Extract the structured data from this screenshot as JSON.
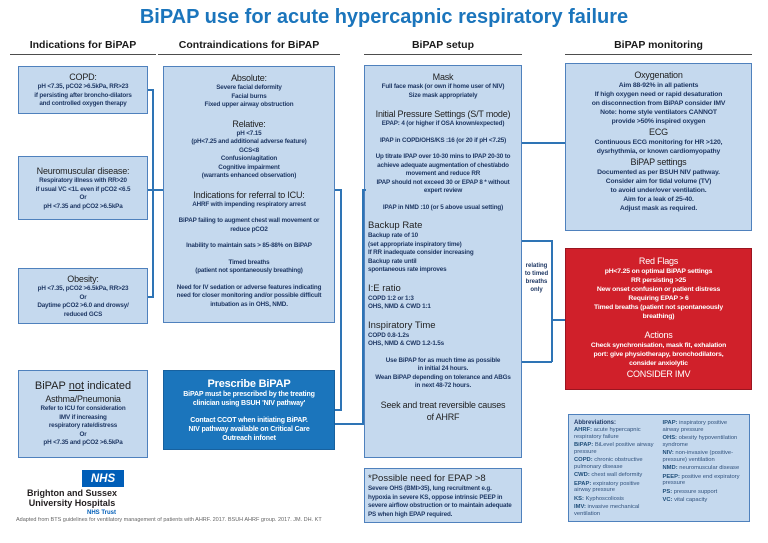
{
  "title": "BiPAP use for acute hypercapnic respiratory failure",
  "headers": {
    "indications": "Indications for BiPAP",
    "contraindications": "Contraindications for BiPAP",
    "setup": "BiPAP setup",
    "monitoring": "BiPAP monitoring"
  },
  "indications": {
    "copd": [
      {
        "k": "t",
        "x": "COPD:"
      },
      {
        "k": "l",
        "x": "pH <7.35, pCO2 >6.5kPa, RR>23"
      },
      {
        "k": "l",
        "x": "if persisting after broncho-dilators"
      },
      {
        "k": "l",
        "x": "and controlled oxygen therapy"
      }
    ],
    "neuromuscular": [
      {
        "k": "t",
        "x": "Neuromuscular disease:"
      },
      {
        "k": "l",
        "x": "Respiratory illness with RR>20"
      },
      {
        "k": "l",
        "x": "if usual VC <1L even if pCO2 <6.5"
      },
      {
        "k": "l",
        "x": "Or"
      },
      {
        "k": "l",
        "x": "pH <7.35 and pCO2 >6.5kPa"
      }
    ],
    "obesity": [
      {
        "k": "t",
        "x": "Obesity:"
      },
      {
        "k": "l",
        "x": "pH <7.35, pCO2 >6.5kPa, RR>23"
      },
      {
        "k": "l",
        "x": "Or"
      },
      {
        "k": "l",
        "x": "Daytime pCO2 >6.0 and drowsy/"
      },
      {
        "k": "l",
        "x": "reduced GCS"
      }
    ],
    "not_indicated": {
      "t_pre": "BiPAP ",
      "t_underline": "not",
      "t_post": " indicated",
      "segments": [
        {
          "k": "t",
          "x": "Asthma/Pneumonia"
        },
        {
          "k": "l",
          "x": "Refer to ICU for consideration"
        },
        {
          "k": "l",
          "x": "IMV if increasing"
        },
        {
          "k": "l",
          "x": "respiratory rate/distress"
        },
        {
          "k": "l",
          "x": "Or"
        },
        {
          "k": "l",
          "x": "pH <7.35 and pCO2 >6.5kPa"
        }
      ]
    }
  },
  "contraindications": {
    "segments": [
      {
        "k": "t",
        "x": "Absolute:"
      },
      {
        "k": "l",
        "x": "Severe facial deformity"
      },
      {
        "k": "l",
        "x": "Facial burns"
      },
      {
        "k": "l",
        "x": "Fixed upper airway obstruction"
      },
      {
        "k": "g"
      },
      {
        "k": "t",
        "x": "Relative:"
      },
      {
        "k": "l",
        "x": "pH <7.15"
      },
      {
        "k": "l",
        "x": "(pH<7.25 and additional adverse feature)"
      },
      {
        "k": "l",
        "x": "GCS<8"
      },
      {
        "k": "l",
        "x": "Confusion/agitation"
      },
      {
        "k": "l",
        "x": "Cognitive impairment"
      },
      {
        "k": "l",
        "x": "(warrants enhanced observation)"
      },
      {
        "k": "g"
      },
      {
        "k": "t",
        "x": "Indications for referral to ICU:"
      },
      {
        "k": "l",
        "x": "AHRF with impending respiratory arrest"
      },
      {
        "k": "g"
      },
      {
        "k": "l",
        "x": "BiPAP failing to augment chest wall movement or"
      },
      {
        "k": "l",
        "x": "reduce pCO2"
      },
      {
        "k": "g"
      },
      {
        "k": "l",
        "x": "Inability to maintain sats > 85-88% on BiPAP"
      },
      {
        "k": "g"
      },
      {
        "k": "l",
        "x": "Timed breaths"
      },
      {
        "k": "l",
        "x": "(patient not spontaneously breathing)"
      },
      {
        "k": "g"
      },
      {
        "k": "l",
        "x": "Need for IV sedation or adverse features indicating"
      },
      {
        "k": "l",
        "x": "need for closer monitoring and/or possible difficult"
      },
      {
        "k": "l",
        "x": "intubation as in OHS, NMD."
      }
    ]
  },
  "prescribe": {
    "segments": [
      {
        "k": "t",
        "x": "Prescribe BiPAP"
      },
      {
        "k": "l",
        "x": "BiPAP must be prescribed by the treating"
      },
      {
        "k": "l",
        "x": "clinician using BSUH 'NIV pathway'"
      },
      {
        "k": "g"
      },
      {
        "k": "l",
        "x": "Contact CCOT when initiating BiPAP."
      },
      {
        "k": "l",
        "x": "NIV pathway available on Critical Care"
      },
      {
        "k": "l",
        "x": "Outreach infonet"
      }
    ]
  },
  "setup": {
    "segments": [
      {
        "k": "t",
        "x": "Mask"
      },
      {
        "k": "l",
        "x": "Full face mask (or own if home user of NIV)"
      },
      {
        "k": "l",
        "x": "Size mask appropriately"
      },
      {
        "k": "g"
      },
      {
        "k": "t",
        "x": "Initial Pressure Settings (S/T mode)"
      },
      {
        "k": "l",
        "x": "EPAP: 4 (or higher if OSA known/expected)"
      },
      {
        "k": "g"
      },
      {
        "k": "l",
        "x": "IPAP in COPD/OHS/KS :16 (or 20 if pH <7.25)"
      },
      {
        "k": "g"
      },
      {
        "k": "l",
        "x": "Up titrate IPAP over 10-30 mins to IPAP 20-30 to"
      },
      {
        "k": "l",
        "x": "achieve adequate augmentation of chest/abdo"
      },
      {
        "k": "l",
        "x": "movement and reduce RR"
      },
      {
        "k": "l",
        "x": "IPAP should not exceed 30 or EPAP 8 * without"
      },
      {
        "k": "l",
        "x": "expert review"
      },
      {
        "k": "g"
      },
      {
        "k": "l",
        "x": "IPAP in NMD :10 (or 5 above usual setting)"
      },
      {
        "k": "g"
      },
      {
        "k": "tl",
        "x": "Backup Rate"
      },
      {
        "k": "ll",
        "x": "Backup rate of 10"
      },
      {
        "k": "ll",
        "x": "(set appropriate inspiratory time)"
      },
      {
        "k": "ll",
        "x": "If RR inadequate consider increasing"
      },
      {
        "k": "ll",
        "x": "Backup rate until"
      },
      {
        "k": "ll",
        "x": "spontaneous rate improves"
      },
      {
        "k": "g"
      },
      {
        "k": "tl",
        "x": "I:E ratio"
      },
      {
        "k": "ll",
        "x": "COPD 1:2 or 1:3"
      },
      {
        "k": "ll",
        "x": "OHS, NMD & CWD 1:1"
      },
      {
        "k": "g"
      },
      {
        "k": "tl",
        "x": "Inspiratory Time"
      },
      {
        "k": "ll",
        "x": "COPD 0.8-1.2s"
      },
      {
        "k": "ll",
        "x": "OHS, NMD & CWD 1.2-1.5s"
      },
      {
        "k": "g"
      },
      {
        "k": "l",
        "x": "Use BiPAP for as much time as possible"
      },
      {
        "k": "l",
        "x": "in initial 24 hours."
      },
      {
        "k": "l",
        "x": "Wean BiPAP depending on tolerance and ABGs"
      },
      {
        "k": "l",
        "x": "in next 48-72 hours."
      },
      {
        "k": "g"
      },
      {
        "k": "t",
        "x": "Seek and treat reversible causes"
      },
      {
        "k": "t",
        "x": "of AHRF"
      }
    ],
    "epap_note": [
      {
        "k": "tl",
        "x": "*Possible need for EPAP >8"
      },
      {
        "k": "ll",
        "x": "Severe OHS (BMI>35), lung recruitment e.g."
      },
      {
        "k": "ll",
        "x": "hypoxia in severe KS, oppose intrinsic PEEP in"
      },
      {
        "k": "ll",
        "x": "severe airflow obstruction or to maintain adequate"
      },
      {
        "k": "ll",
        "x": "PS when high EPAP required."
      }
    ]
  },
  "bracket_label": "relating to timed breaths only",
  "monitoring": {
    "oxygenation_box": [
      {
        "k": "t",
        "x": "Oxygenation"
      },
      {
        "k": "l",
        "x": "Aim 88-92% in all patients"
      },
      {
        "k": "l",
        "x": "If high oxygen need or rapid desaturation"
      },
      {
        "k": "l",
        "x": "on disconnection from BiPAP consider IMV"
      },
      {
        "k": "l",
        "x": "Note: home style ventilators CANNOT"
      },
      {
        "k": "l",
        "x": "provide >50% inspired oxygen"
      },
      {
        "k": "t",
        "x": "ECG"
      },
      {
        "k": "l",
        "x": "Continuous ECG monitoring for HR >120,"
      },
      {
        "k": "l",
        "x": "dysrhythmia, or known cardiomyopathy"
      },
      {
        "k": "t",
        "x": "BiPAP settings"
      },
      {
        "k": "l",
        "x": "Documented as per BSUH NIV pathway."
      },
      {
        "k": "l",
        "x": "Consider aim for tidal volume (TV)"
      },
      {
        "k": "l",
        "x": "to avoid under/over ventilation."
      },
      {
        "k": "l",
        "x": "Aim for a leak of 25-40."
      },
      {
        "k": "l",
        "x": "Adjust mask as required."
      }
    ],
    "red_flags_box": [
      {
        "k": "t",
        "x": "Red Flags"
      },
      {
        "k": "l",
        "x": "pH<7.25 on optimal BiPAP settings"
      },
      {
        "k": "l",
        "x": "RR persisting >25"
      },
      {
        "k": "l",
        "x": "New onset confusion or patient distress"
      },
      {
        "k": "l",
        "x": "Requiring EPAP > 6"
      },
      {
        "k": "l",
        "x": "Timed breaths (patient not spontaneously"
      },
      {
        "k": "l",
        "x": "breathing)"
      },
      {
        "k": "g"
      },
      {
        "k": "t",
        "x": "Actions"
      },
      {
        "k": "l",
        "x": "Check synchronisation, mask fit, exhalation"
      },
      {
        "k": "l",
        "x": "port: give physiotherapy, bronchodilators,"
      },
      {
        "k": "l",
        "x": "consider anxiolytic"
      },
      {
        "k": "t",
        "x": "CONSIDER IMV"
      }
    ]
  },
  "abbreviations": {
    "title": "Abbreviations:",
    "left": [
      {
        "a": "AHRF:",
        "d": "acute hypercapnic respiratory failure"
      },
      {
        "a": "BiPAP:",
        "d": "BiLevel positive airway pressure"
      },
      {
        "a": "COPD:",
        "d": "chronic obstructive pulmonary disease"
      },
      {
        "a": "CWD:",
        "d": "chest wall deformity"
      },
      {
        "a": "EPAP:",
        "d": "expiratory positive airway pressure"
      },
      {
        "a": "KS:",
        "d": "Kyphoscoliosis"
      },
      {
        "a": "IMV:",
        "d": "invasive mechanical ventilation"
      }
    ],
    "right": [
      {
        "a": "IPAP:",
        "d": "inspiratory positive airway pressure"
      },
      {
        "a": "OHS:",
        "d": "obesity hypoventilation syndrome"
      },
      {
        "a": "NIV:",
        "d": "non-invasive (positive-pressure) ventilation"
      },
      {
        "a": "NMD:",
        "d": "neuromuscular disease"
      },
      {
        "a": "PEEP:",
        "d": "positive end expiratory pressure"
      },
      {
        "a": "PS:",
        "d": "pressure support"
      },
      {
        "a": "VC:",
        "d": "vital capacity"
      }
    ]
  },
  "nhs": {
    "logo": "NHS",
    "org_line1": "Brighton and Sussex",
    "org_line2": "University Hospitals",
    "trust": "NHS Trust"
  },
  "footer": "Adapted from BTS guidelines for ventilatory management of patients with AHRF. 2017. BSUH AHRF group. 2017. JM. DH. KT",
  "colors": {
    "accent_blue": "#1b75bc",
    "box_fill": "#c5d9ee",
    "box_border": "#4f81bd",
    "red": "#d0202a",
    "nhs_blue": "#005eb8"
  }
}
